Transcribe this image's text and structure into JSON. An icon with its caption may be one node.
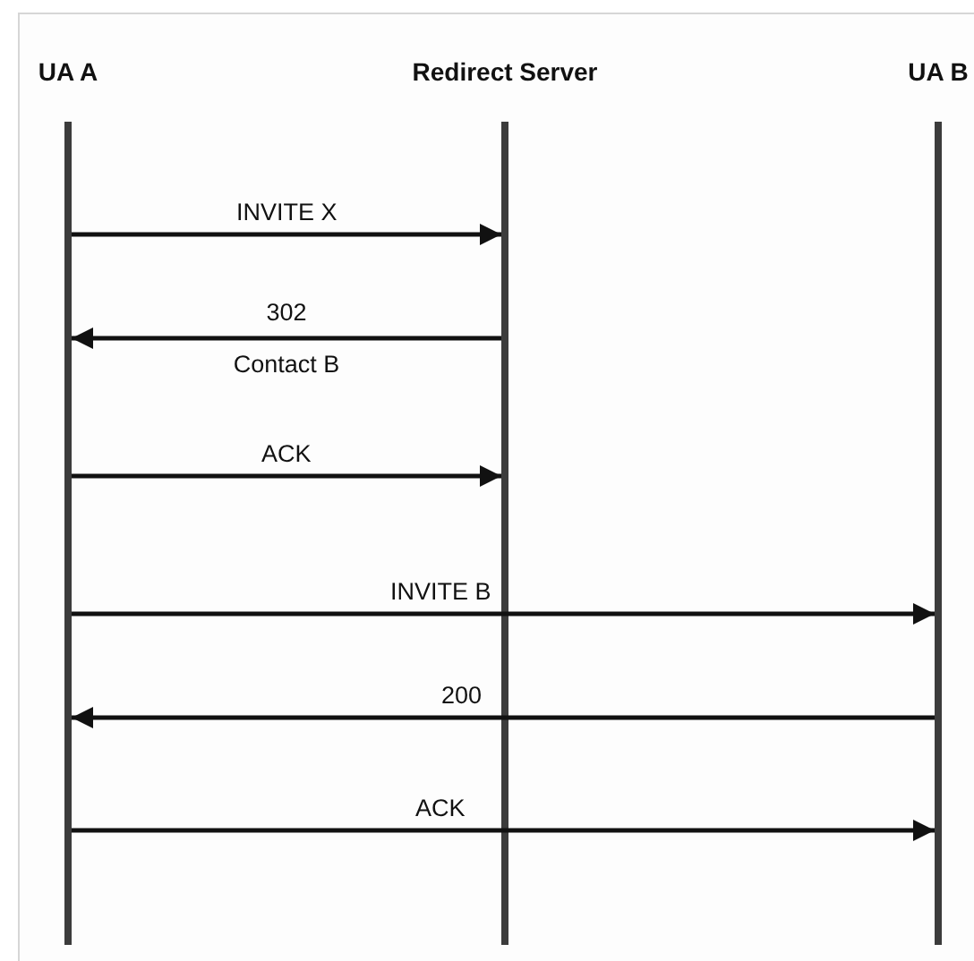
{
  "diagram": {
    "nodes": [
      {
        "text": [
          "UA A"
        ]
      },
      {
        "text": [
          "Redirect Server"
        ]
      },
      {
        "text": [
          "UA B"
        ]
      }
    ],
    "edges": [
      {
        "from": 0,
        "to": 1,
        "arrow": "to",
        "label": "INVITE X"
      },
      {
        "from": 1,
        "to": 0,
        "arrow": "to",
        "label": "302 Contact B"
      },
      {
        "from": 0,
        "to": 1,
        "arrow": "to",
        "label": "ACK"
      },
      {
        "from": 0,
        "to": 2,
        "arrow": "to",
        "label": "INVITE B"
      },
      {
        "from": 2,
        "to": 0,
        "arrow": "to",
        "label": "200"
      },
      {
        "from": 0,
        "to": 2,
        "arrow": "to",
        "label": "ACK"
      }
    ]
  }
}
